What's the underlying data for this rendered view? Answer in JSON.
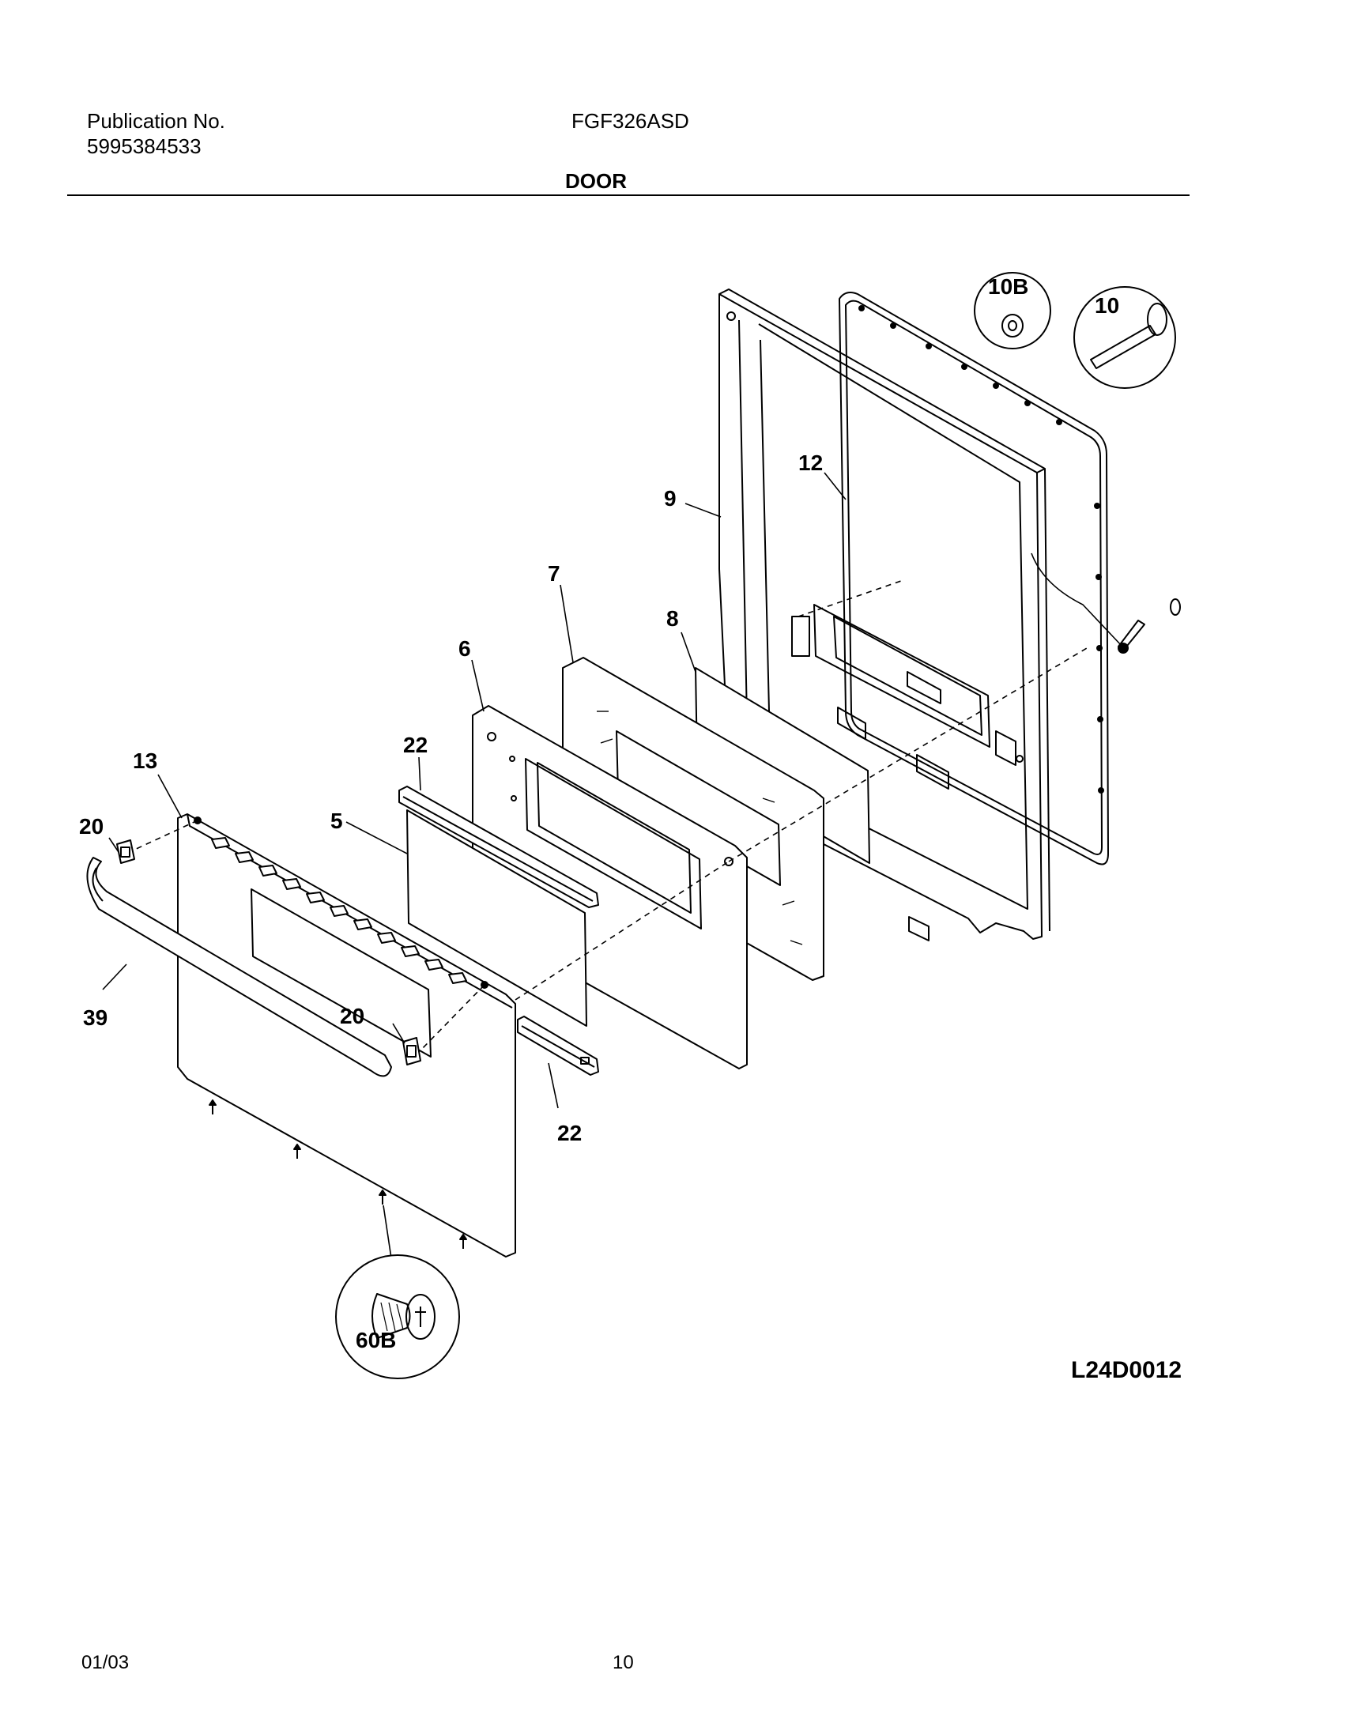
{
  "header": {
    "publication_label": "Publication No.",
    "publication_number": "5995384533",
    "model": "FGF326ASD",
    "section_title": "DOOR"
  },
  "diagram": {
    "drawing_code": "L24D0012",
    "callouts": {
      "c12": "12",
      "c9": "9",
      "c10b": "10B",
      "c10": "10",
      "c7": "7",
      "c8": "8",
      "c6": "6",
      "c22_top": "22",
      "c13": "13",
      "c5": "5",
      "c20_left": "20",
      "c39": "39",
      "c20_right": "20",
      "c22_bottom": "22",
      "c60b": "60B"
    }
  },
  "footer": {
    "date": "01/03",
    "page": "10"
  }
}
